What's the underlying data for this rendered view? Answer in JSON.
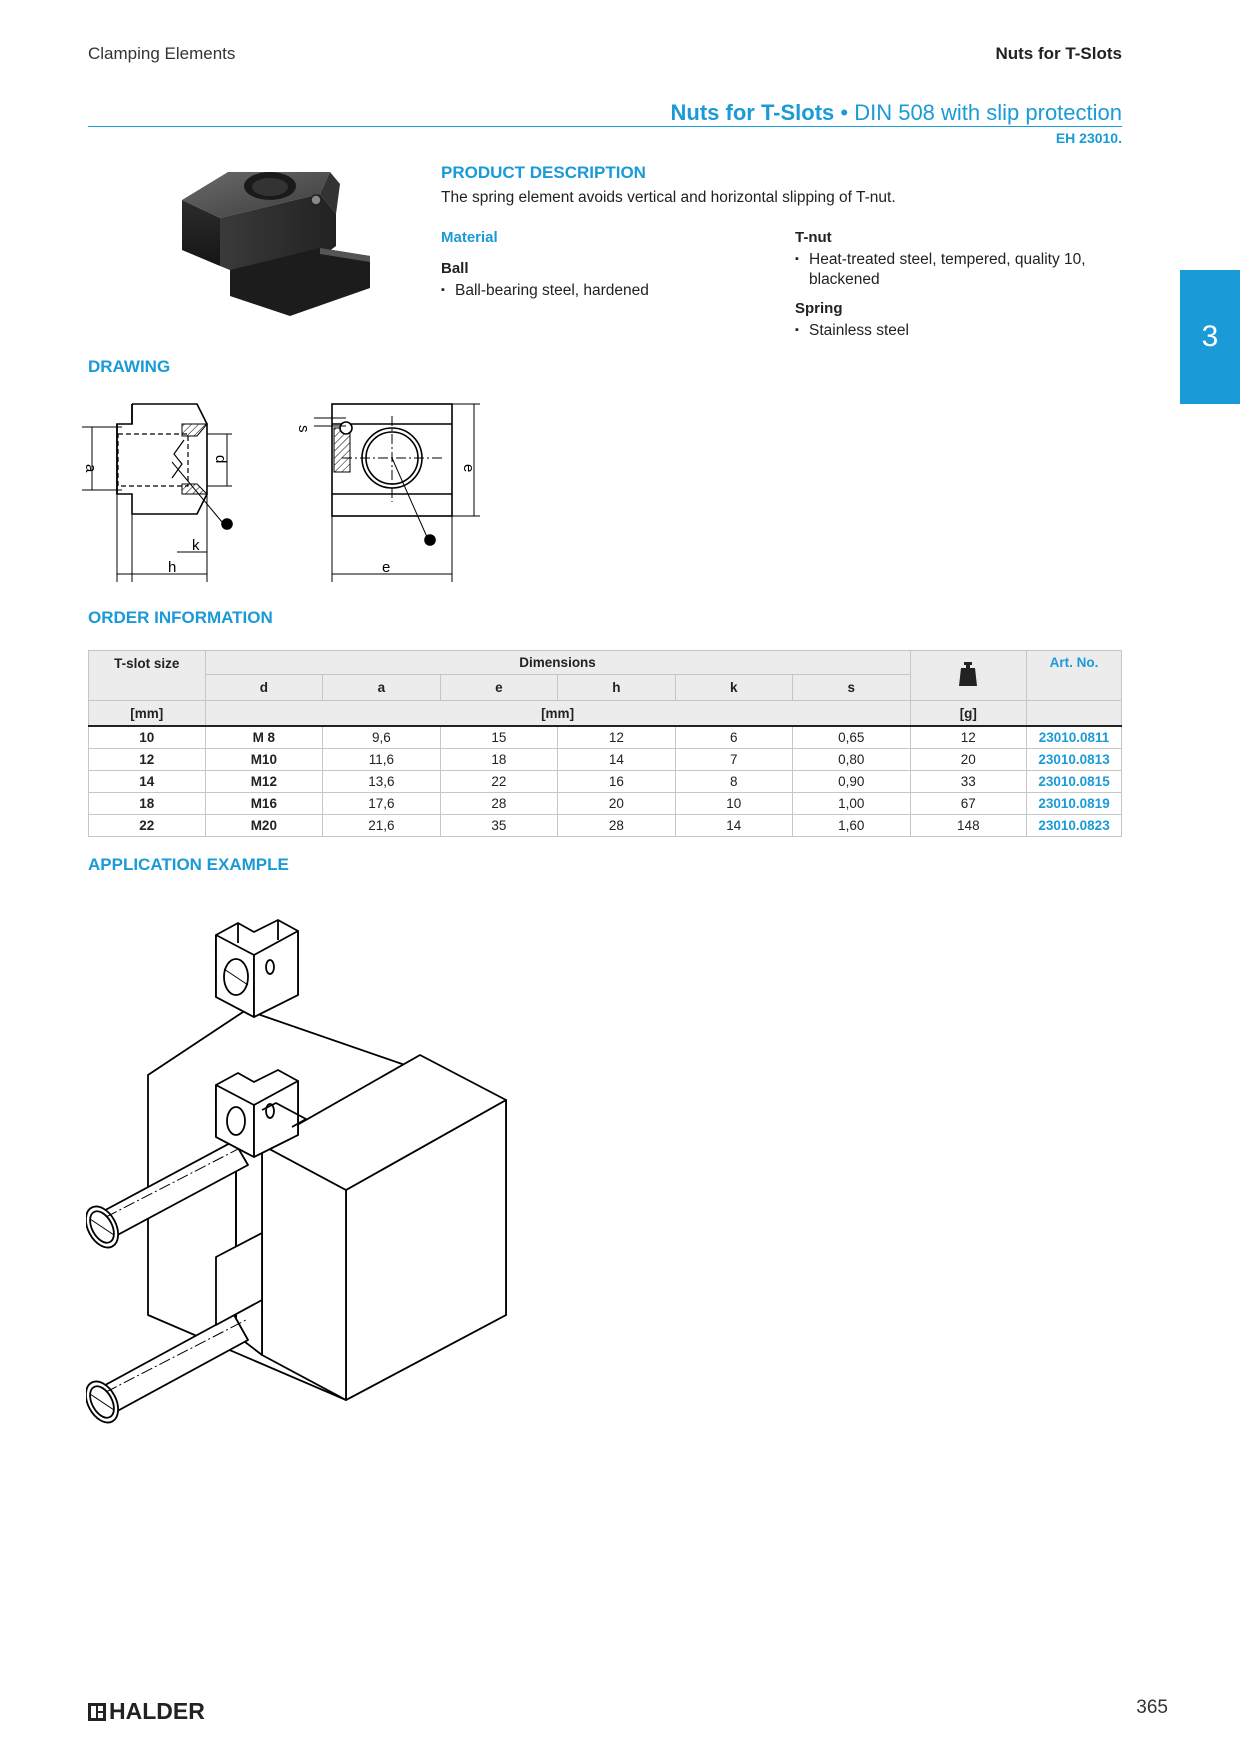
{
  "header": {
    "left": "Clamping Elements",
    "right": "Nuts for T-Slots"
  },
  "title": {
    "bold": "Nuts for T-Slots",
    "rest": " • DIN 508 with slip protection",
    "code": "EH 23010."
  },
  "side_tab": "3",
  "product_description": {
    "heading": "PRODUCT DESCRIPTION",
    "text": "The spring element avoids vertical and horizontal slipping of T-nut.",
    "material_label": "Material",
    "ball_label": "Ball",
    "ball_item": "Ball-bearing steel, hardened",
    "tnut_label": "T-nut",
    "tnut_item": "Heat-treated steel, tempered, quality 10, blackened",
    "spring_label": "Spring",
    "spring_item": "Stainless steel"
  },
  "drawing": {
    "heading": "DRAWING",
    "labels": {
      "a": "a",
      "d": "d",
      "k": "k",
      "h": "h",
      "s": "s",
      "e": "e"
    }
  },
  "order_information": {
    "heading": "ORDER INFORMATION",
    "col_tslot": "T-slot size",
    "col_dimensions": "Dimensions",
    "col_artno": "Art. No.",
    "sub_cols": [
      "d",
      "a",
      "e",
      "h",
      "k",
      "s"
    ],
    "unit_tslot": "[mm]",
    "unit_dim": "[mm]",
    "unit_weight": "[g]",
    "rows": [
      {
        "tslot": "10",
        "d": "M 8",
        "a": "9,6",
        "e": "15",
        "h": "12",
        "k": "6",
        "s": "0,65",
        "g": "12",
        "art": "23010.0811"
      },
      {
        "tslot": "12",
        "d": "M10",
        "a": "11,6",
        "e": "18",
        "h": "14",
        "k": "7",
        "s": "0,80",
        "g": "20",
        "art": "23010.0813"
      },
      {
        "tslot": "14",
        "d": "M12",
        "a": "13,6",
        "e": "22",
        "h": "16",
        "k": "8",
        "s": "0,90",
        "g": "33",
        "art": "23010.0815"
      },
      {
        "tslot": "18",
        "d": "M16",
        "a": "17,6",
        "e": "28",
        "h": "20",
        "k": "10",
        "s": "1,00",
        "g": "67",
        "art": "23010.0819"
      },
      {
        "tslot": "22",
        "d": "M20",
        "a": "21,6",
        "e": "35",
        "h": "28",
        "k": "14",
        "s": "1,60",
        "g": "148",
        "art": "23010.0823"
      }
    ]
  },
  "application": {
    "heading": "APPLICATION EXAMPLE"
  },
  "footer": {
    "brand": "HALDER",
    "page": "365"
  }
}
